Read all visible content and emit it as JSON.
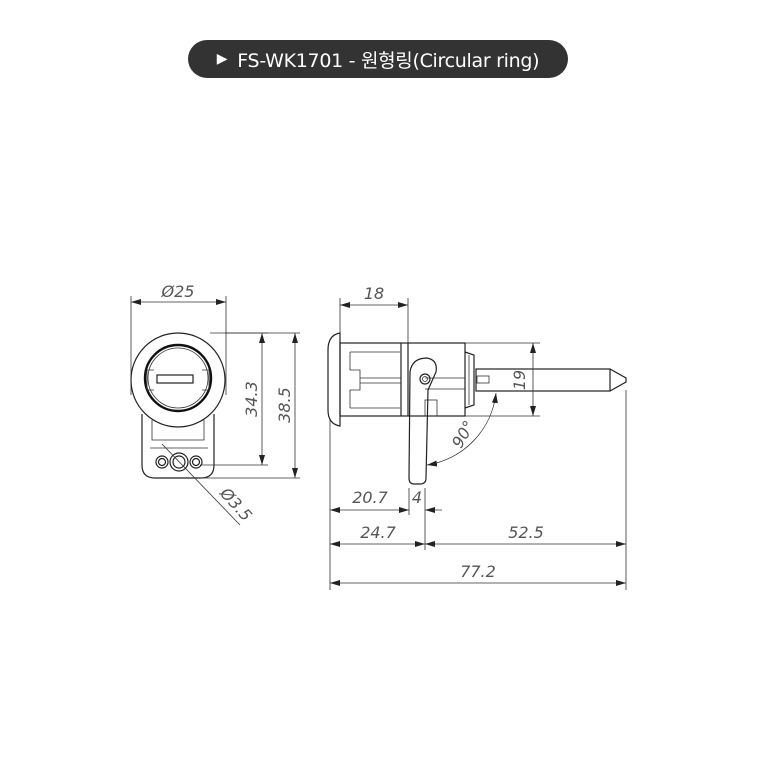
{
  "header": {
    "icon": "play-triangle-icon",
    "title": "FS-WK1701 - 원형링(Circular ring)"
  },
  "front_view": {
    "diameter_label": "Ø25",
    "height_inner": "34.3",
    "height_outer": "38.5",
    "hole_diameter": "Ø3.5"
  },
  "side_view": {
    "flange_depth": "18",
    "body_height": "19",
    "rotation_angle": "90°",
    "dim_20_7": "20.7",
    "dim_4": "4",
    "dim_24_7": "24.7",
    "dim_52_5": "52.5",
    "total_length": "77.2"
  }
}
